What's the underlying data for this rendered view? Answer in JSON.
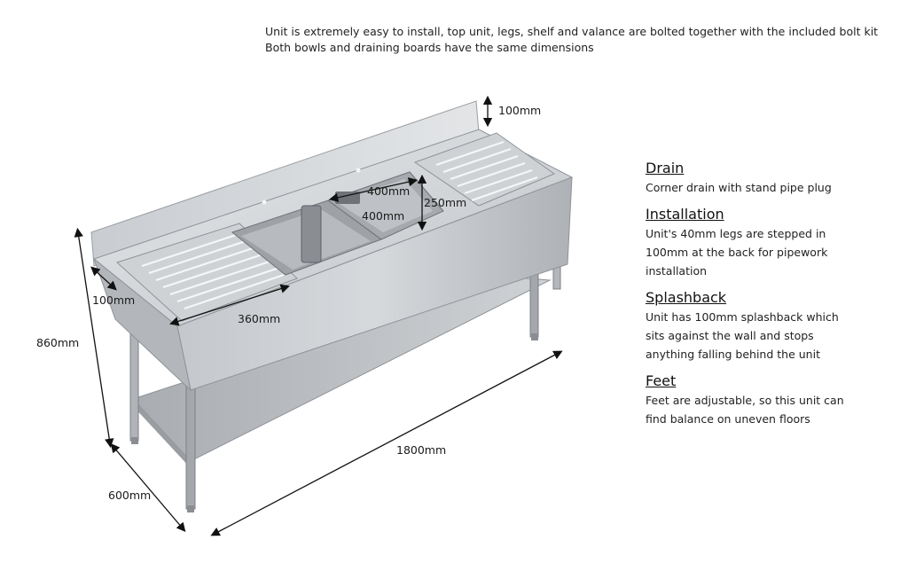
{
  "intro": {
    "line1": "Unit is extremely easy to install, top unit, legs, shelf and valance are bolted together with the included bolt kit",
    "line2": "Both bowls and draining boards have the same dimensions"
  },
  "dimensions": {
    "splashback_height": "100mm",
    "bowl_length": "400mm",
    "bowl_width": "400mm",
    "bowl_depth": "250mm",
    "drainer_edge": "100mm",
    "drainer_length": "360mm",
    "total_height": "860mm",
    "total_depth": "600mm",
    "total_length": "1800mm"
  },
  "info_sections": [
    {
      "heading": "Drain",
      "text": "Corner drain with stand pipe plug"
    },
    {
      "heading": "Installation",
      "text": "Unit's 40mm legs are stepped in\n100mm at the back for pipework\ninstallation"
    },
    {
      "heading": "Splashback",
      "text": "Unit has 100mm splashback which\nsits against the wall and stops\n anything falling behind the unit"
    },
    {
      "heading": "Feet",
      "text": "Feet are adjustable, so this unit can\nfind balance on uneven floors"
    }
  ],
  "colors": {
    "steel_light": "#d9dcdf",
    "steel_mid": "#b9bdc1",
    "steel_dark": "#8e9398",
    "line": "#111111"
  }
}
